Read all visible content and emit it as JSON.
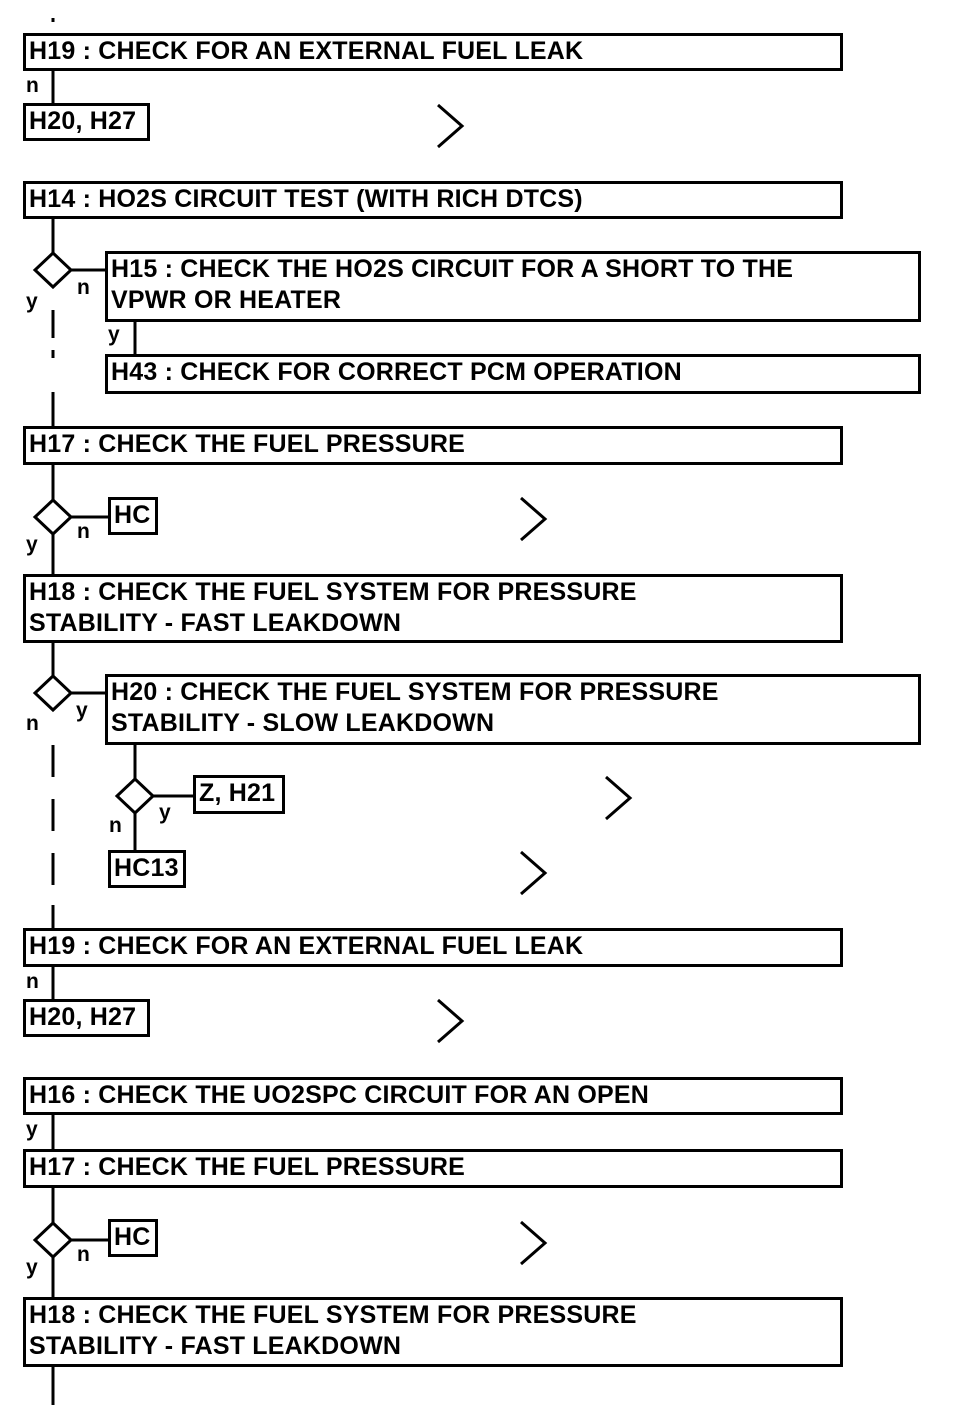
{
  "colors": {
    "line": "#000000",
    "background": "#ffffff"
  },
  "steps": {
    "h19_top": "H19 : CHECK FOR AN EXTERNAL FUEL LEAK",
    "h20_h27_top": "H20, H27",
    "h14": "H14 : HO2S CIRCUIT TEST (WITH RICH DTCS)",
    "h15": "H15 : CHECK THE HO2S CIRCUIT FOR A SHORT TO THE\nVPWR OR HEATER",
    "h43": "H43 : CHECK FOR CORRECT PCM OPERATION",
    "h17_a": "H17 : CHECK THE FUEL PRESSURE",
    "hc_a": "HC",
    "h18_a": "H18 : CHECK THE FUEL SYSTEM FOR PRESSURE\nSTABILITY - FAST LEAKDOWN",
    "h20": "H20 : CHECK THE FUEL SYSTEM FOR PRESSURE\nSTABILITY - SLOW LEAKDOWN",
    "z_h21": "Z, H21",
    "hc13": "HC13",
    "h19_b": "H19 : CHECK FOR AN EXTERNAL FUEL LEAK",
    "h20_h27_b": "H20, H27",
    "h16": "H16 : CHECK THE UO2SPC CIRCUIT FOR AN OPEN",
    "h17_b": "H17 : CHECK THE FUEL PRESSURE",
    "hc_b": "HC",
    "h18_b": "H18 : CHECK THE FUEL SYSTEM FOR PRESSURE\nSTABILITY - FAST LEAKDOWN"
  },
  "labels": {
    "n_1": "n",
    "y_h14": "y",
    "n_h14": "n",
    "y_h15": "y",
    "y_h17a": "y",
    "n_h17a": "n",
    "n_h18a": "n",
    "y_h18a": "y",
    "n_h20": "n",
    "y_h20": "y",
    "n_2": "n",
    "y_h16": "y",
    "y_h17b": "y",
    "n_h17b": "n"
  }
}
